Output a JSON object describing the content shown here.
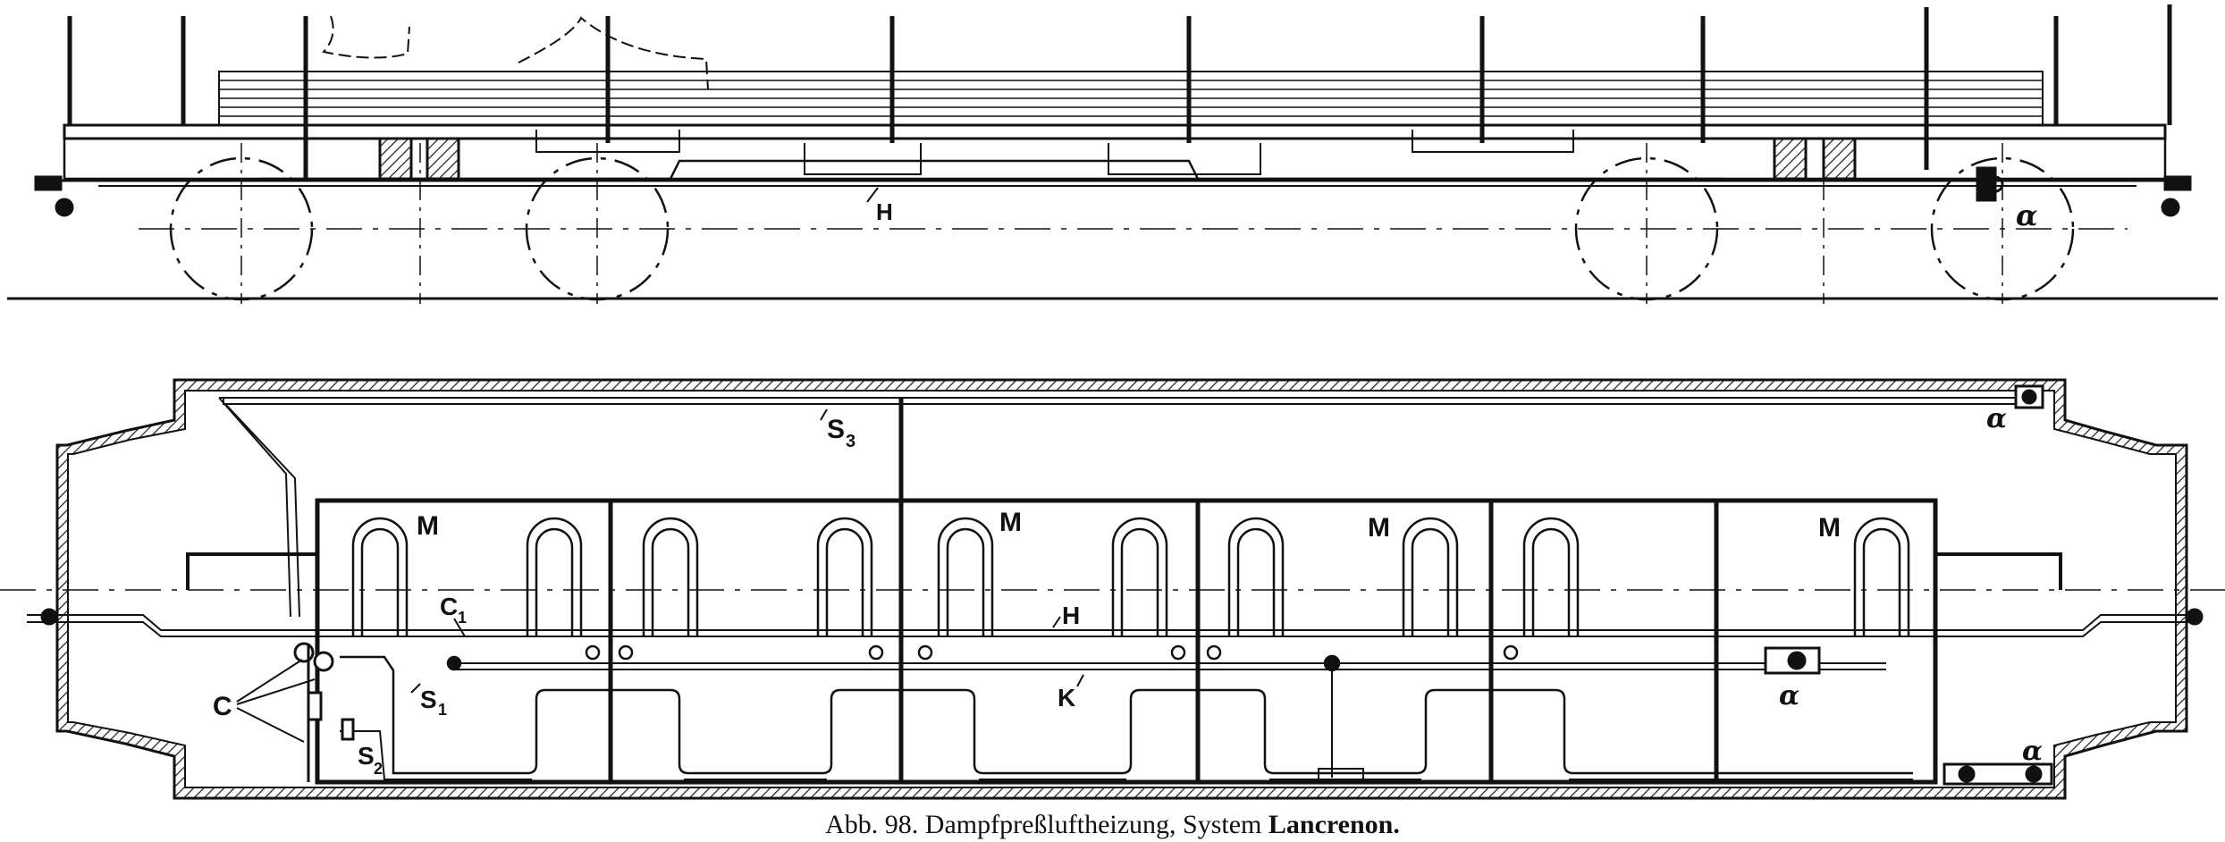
{
  "caption": {
    "prefix": "Abb. 98. Dampfpreßluftheizung, System",
    "name": "Lancrenon."
  },
  "labels": {
    "side_h": "H",
    "side_alpha": "α",
    "s3": "S",
    "s3_sub": "3",
    "alpha_top": "α",
    "m1": "M",
    "m2": "M",
    "m3": "M",
    "m4": "M",
    "plan_h": "H",
    "c1": "C",
    "c1_sub": "1",
    "c_group": "C",
    "s1": "S",
    "s1_sub": "1",
    "s2": "S",
    "s2_sub": "2",
    "k": "K",
    "alpha_mid": "α",
    "alpha_bottom": "α"
  }
}
